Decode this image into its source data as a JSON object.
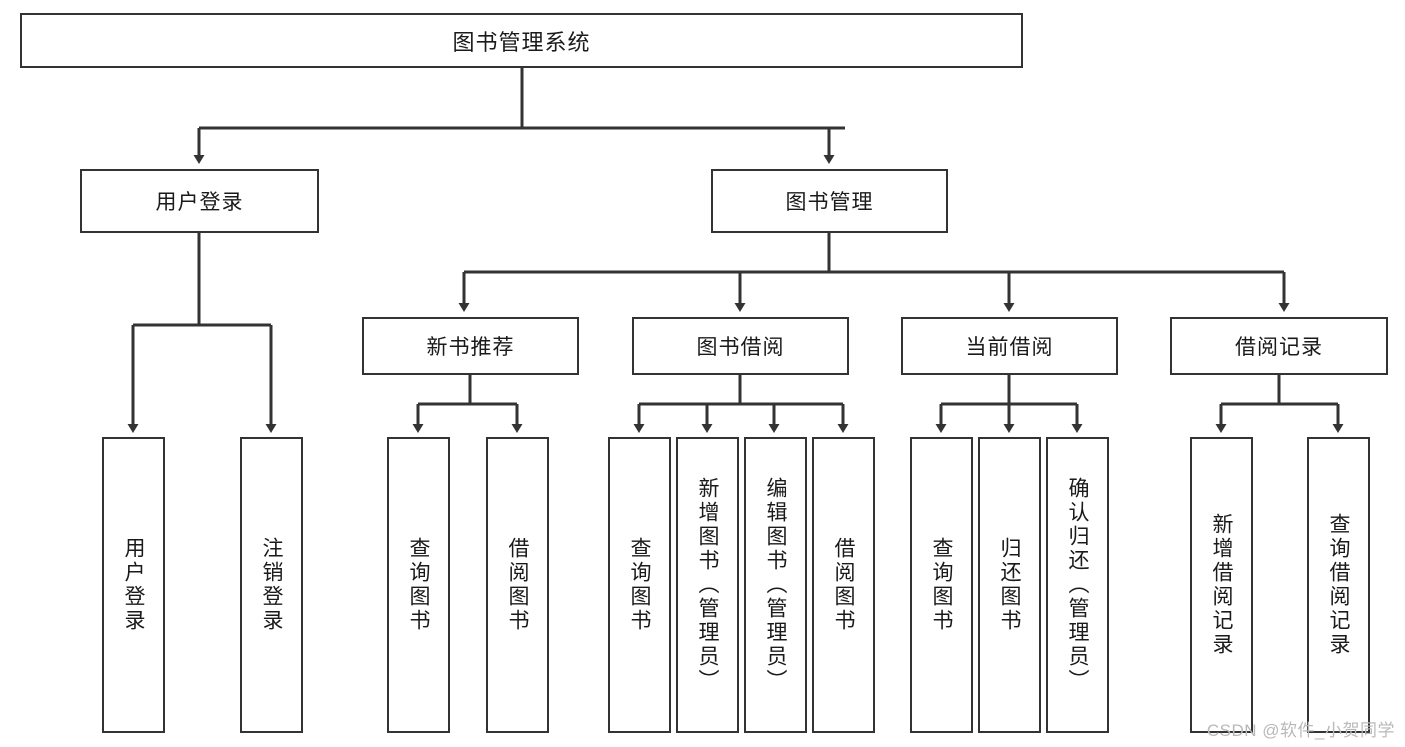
{
  "diagram": {
    "title": "图书管理系统",
    "type": "hierarchy-tree",
    "root": {
      "label": "图书管理系统"
    },
    "level2": [
      {
        "label": "用户登录"
      },
      {
        "label": "图书管理"
      }
    ],
    "level3": [
      {
        "label": "新书推荐"
      },
      {
        "label": "图书借阅"
      },
      {
        "label": "当前借阅"
      },
      {
        "label": "借阅记录"
      }
    ],
    "leaves": {
      "user_login": [
        {
          "label": "用户登录"
        },
        {
          "label": "注销登录"
        }
      ],
      "new_book_recommend": [
        {
          "label": "查询图书"
        },
        {
          "label": "借阅图书"
        }
      ],
      "book_borrow": [
        {
          "label": "查询图书"
        },
        {
          "label": "新增图书（管理员）"
        },
        {
          "label": "编辑图书（管理员）"
        },
        {
          "label": "借阅图书"
        }
      ],
      "current_borrow": [
        {
          "label": "查询图书"
        },
        {
          "label": "归还图书"
        },
        {
          "label": "确认归还（管理员）"
        }
      ],
      "borrow_record": [
        {
          "label": "新增借阅记录"
        },
        {
          "label": "查询借阅记录"
        }
      ]
    }
  },
  "watermark": {
    "text": "CSDN @软件_小贺同学"
  },
  "colors": {
    "box_border": "#333333",
    "box_fill": "#ffffff",
    "connector": "#333333",
    "text": "#1a1a1a",
    "watermark": "#b9b9b9"
  }
}
